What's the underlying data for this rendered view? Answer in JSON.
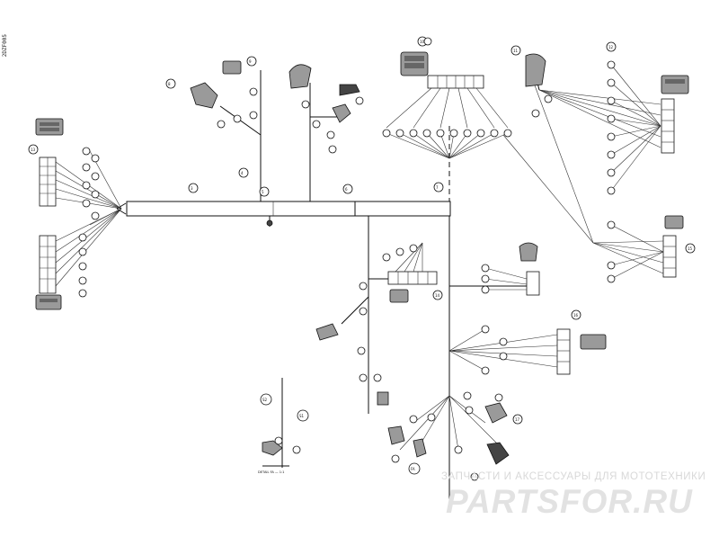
{
  "diagram": {
    "reference_code": "2DZF005",
    "watermark_top": "ЗАПЧАСТИ И АКСЕССУАРЫ ДЛЯ МОТОТЕХНИКИ",
    "watermark_logo": "PARTSFOR.RU",
    "detail_label": "DETAIL FA — 1:1",
    "callouts": {
      "b1": "3",
      "b2": "4",
      "b3": "5",
      "b4": "6",
      "b5": "7",
      "b6": "8",
      "b7": "9",
      "b8": "10",
      "b9": "11",
      "b10": "12",
      "b11": "13",
      "b12": "14",
      "b13": "15",
      "b14": "16",
      "b15": "17",
      "s1": "S2",
      "s2": "S1",
      "s3": "FA"
    }
  }
}
